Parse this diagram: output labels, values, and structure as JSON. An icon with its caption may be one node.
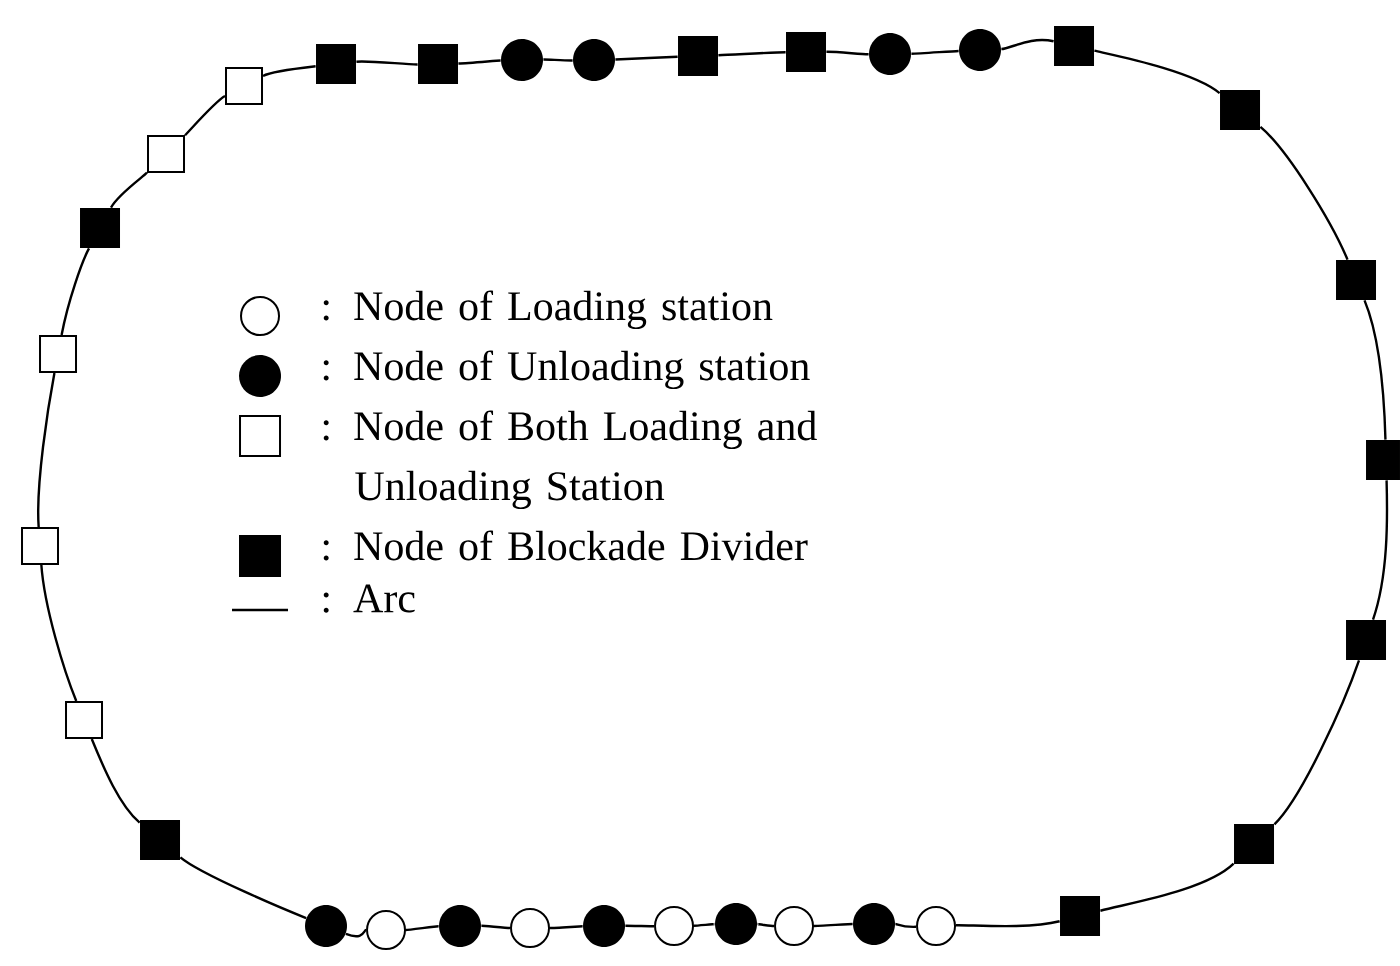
{
  "diagram": {
    "nodes": [
      {
        "text": [],
        "shape": "box"
      },
      {
        "text": [],
        "shape": "block"
      },
      {
        "text": [],
        "shape": "block"
      },
      {
        "text": [],
        "shape": "dot"
      },
      {
        "text": [],
        "shape": "dot"
      },
      {
        "text": [],
        "shape": "block"
      },
      {
        "text": [],
        "shape": "block"
      },
      {
        "text": [],
        "shape": "dot"
      },
      {
        "text": [],
        "shape": "dot"
      },
      {
        "text": [],
        "shape": "block"
      },
      {
        "text": [],
        "shape": "block"
      },
      {
        "text": [],
        "shape": "block"
      },
      {
        "text": [],
        "shape": "block"
      },
      {
        "text": [],
        "shape": "block"
      },
      {
        "text": [],
        "shape": "block"
      },
      {
        "text": [],
        "shape": "block"
      },
      {
        "text": [],
        "shape": "dot"
      },
      {
        "text": [],
        "shape": "circle"
      },
      {
        "text": [],
        "shape": "dot"
      },
      {
        "text": [],
        "shape": "circle"
      },
      {
        "text": [],
        "shape": "dot"
      },
      {
        "text": [],
        "shape": "circle"
      },
      {
        "text": [],
        "shape": "dot"
      },
      {
        "text": [],
        "shape": "circle"
      },
      {
        "text": [],
        "shape": "dot"
      },
      {
        "text": [],
        "shape": "circle"
      },
      {
        "text": [],
        "shape": "block"
      },
      {
        "text": [],
        "shape": "box"
      },
      {
        "text": [],
        "shape": "box"
      },
      {
        "text": [],
        "shape": "box"
      },
      {
        "text": [],
        "shape": "block"
      },
      {
        "text": [],
        "shape": "box"
      }
    ],
    "edges": [
      {
        "from": 0,
        "to": 1,
        "arrow": "none"
      },
      {
        "from": 1,
        "to": 2,
        "arrow": "none"
      },
      {
        "from": 2,
        "to": 3,
        "arrow": "none"
      },
      {
        "from": 3,
        "to": 4,
        "arrow": "none"
      },
      {
        "from": 4,
        "to": 5,
        "arrow": "none"
      },
      {
        "from": 5,
        "to": 6,
        "arrow": "none"
      },
      {
        "from": 6,
        "to": 7,
        "arrow": "none"
      },
      {
        "from": 7,
        "to": 8,
        "arrow": "none"
      },
      {
        "from": 8,
        "to": 9,
        "arrow": "none"
      },
      {
        "from": 9,
        "to": 10,
        "arrow": "none"
      },
      {
        "from": 10,
        "to": 11,
        "arrow": "none"
      },
      {
        "from": 11,
        "to": 12,
        "arrow": "none"
      },
      {
        "from": 12,
        "to": 13,
        "arrow": "none"
      },
      {
        "from": 13,
        "to": 14,
        "arrow": "none"
      },
      {
        "from": 14,
        "to": 15,
        "arrow": "none"
      },
      {
        "from": 15,
        "to": 25,
        "arrow": "none"
      },
      {
        "from": 25,
        "to": 24,
        "arrow": "none"
      },
      {
        "from": 24,
        "to": 23,
        "arrow": "none"
      },
      {
        "from": 23,
        "to": 22,
        "arrow": "none"
      },
      {
        "from": 22,
        "to": 21,
        "arrow": "none"
      },
      {
        "from": 21,
        "to": 20,
        "arrow": "none"
      },
      {
        "from": 20,
        "to": 19,
        "arrow": "none"
      },
      {
        "from": 19,
        "to": 18,
        "arrow": "none"
      },
      {
        "from": 18,
        "to": 17,
        "arrow": "none"
      },
      {
        "from": 17,
        "to": 16,
        "arrow": "none"
      },
      {
        "from": 16,
        "to": 26,
        "arrow": "none"
      },
      {
        "from": 26,
        "to": 27,
        "arrow": "none"
      },
      {
        "from": 27,
        "to": 28,
        "arrow": "none"
      },
      {
        "from": 28,
        "to": 29,
        "arrow": "none"
      },
      {
        "from": 29,
        "to": 30,
        "arrow": "none"
      },
      {
        "from": 30,
        "to": 31,
        "arrow": "none"
      },
      {
        "from": 31,
        "to": 0,
        "arrow": "none"
      }
    ],
    "legend": [
      {
        "text": ": Node of Loading station"
      },
      {
        "text": ": Node of Unloading station"
      },
      {
        "text": ": Node of Both Loading and Unloading Station"
      },
      {
        "text": ": Node of Blockade Divider"
      },
      {
        "text": ": Arc"
      }
    ]
  }
}
